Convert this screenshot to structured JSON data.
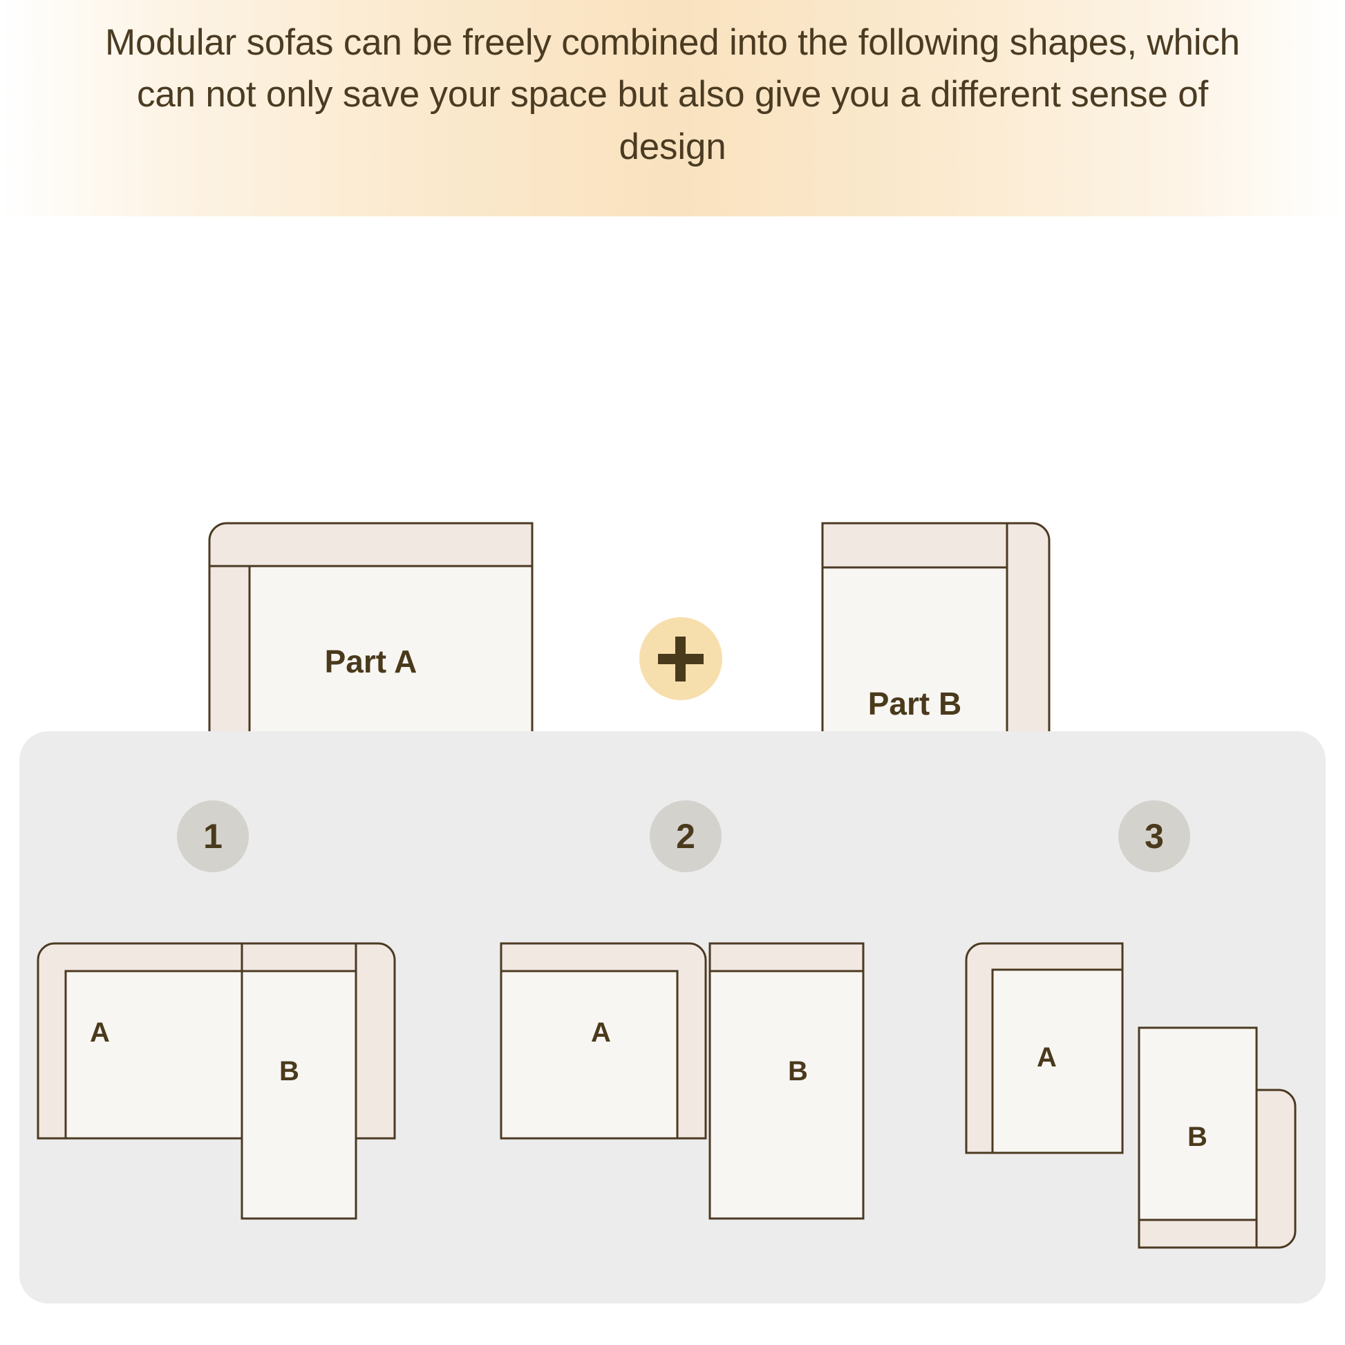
{
  "header": {
    "title": "Modular sofas can be freely combined into the following shapes, which can not only save your space but also give you a different sense of design",
    "background_gradient_center": "#f9e2bf",
    "text_color": "#4a3b22"
  },
  "parts": {
    "part_a": {
      "label": "Part A",
      "icon": "sofa-left-arm-icon"
    },
    "plus": {
      "symbol": "+",
      "icon": "plus-icon",
      "circle_color": "#f7dfad"
    },
    "part_b": {
      "label": "Part B",
      "icon": "sofa-chaise-right-arm-icon"
    }
  },
  "combinations": {
    "panel_color": "#ececec",
    "badge_color": "#d4d2cd",
    "items": [
      {
        "number": "1",
        "pieces": [
          {
            "label": "A",
            "icon": "sofa-module-a-icon"
          },
          {
            "label": "B",
            "icon": "sofa-module-b-icon"
          }
        ]
      },
      {
        "number": "2",
        "pieces": [
          {
            "label": "A",
            "icon": "sofa-module-a-mirrored-icon"
          },
          {
            "label": "B",
            "icon": "sofa-module-b-mirrored-icon"
          }
        ]
      },
      {
        "number": "3",
        "pieces": [
          {
            "label": "A",
            "icon": "sofa-module-a-rotated-icon"
          },
          {
            "label": "B",
            "icon": "sofa-module-b-rotated-icon"
          }
        ]
      }
    ]
  },
  "colors": {
    "sofa_body": "#f8f6f3",
    "sofa_cushion": "#f1e8e2",
    "sofa_outline": "#4b3a22",
    "text_dark": "#4a3a1c"
  }
}
